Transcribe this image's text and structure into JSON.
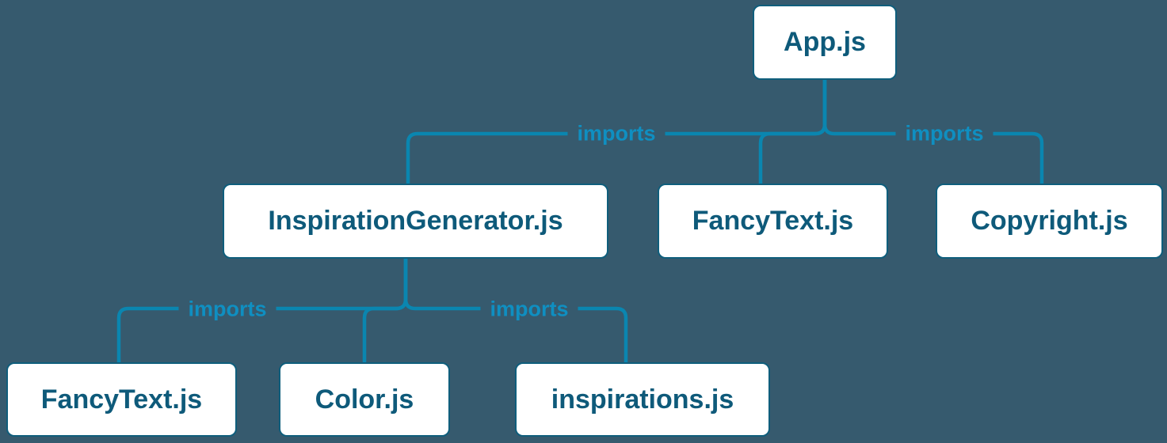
{
  "diagram": {
    "title": "module-import-tree",
    "colors": {
      "background": "#365a6e",
      "line": "#0a86b0",
      "edge_label": "#0f8fc1",
      "box_border": "#0f5e7c",
      "box_text": "#0e5a7a",
      "box_background": "#ffffff"
    },
    "nodes": [
      {
        "id": "app",
        "label": "App.js"
      },
      {
        "id": "inspiration-generator",
        "label": "InspirationGenerator.js"
      },
      {
        "id": "fancy-text-top",
        "label": "FancyText.js"
      },
      {
        "id": "copyright",
        "label": "Copyright.js"
      },
      {
        "id": "fancy-text-bottom",
        "label": "FancyText.js"
      },
      {
        "id": "color",
        "label": "Color.js"
      },
      {
        "id": "inspirations",
        "label": "inspirations.js"
      }
    ],
    "edges": [
      {
        "from": "App.js",
        "to": "InspirationGenerator.js",
        "relation": "imports"
      },
      {
        "from": "App.js",
        "to": "FancyText.js",
        "relation": "imports"
      },
      {
        "from": "App.js",
        "to": "Copyright.js",
        "relation": "imports"
      },
      {
        "from": "InspirationGenerator.js",
        "to": "FancyText.js",
        "relation": "imports"
      },
      {
        "from": "InspirationGenerator.js",
        "to": "Color.js",
        "relation": "imports"
      },
      {
        "from": "InspirationGenerator.js",
        "to": "inspirations.js",
        "relation": "imports"
      }
    ],
    "edge_labels": [
      {
        "id": "imports-app-left",
        "label": "imports"
      },
      {
        "id": "imports-app-right",
        "label": "imports"
      },
      {
        "id": "imports-ig-left",
        "label": "imports"
      },
      {
        "id": "imports-ig-right",
        "label": "imports"
      }
    ]
  }
}
